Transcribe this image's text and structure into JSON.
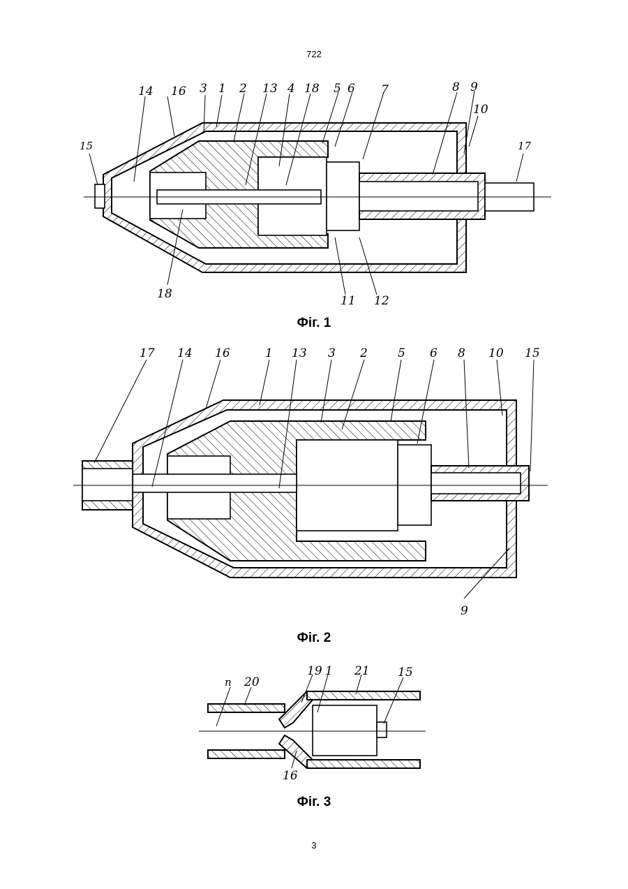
{
  "page": {
    "header_number": "722",
    "footer_number": "3"
  },
  "figures": [
    {
      "caption": "Фіг. 1",
      "labels": [
        "14",
        "16",
        "3",
        "1",
        "2",
        "13",
        "4",
        "18",
        "5",
        "6",
        "7",
        "8",
        "9",
        "10",
        "15",
        "17",
        "18",
        "11",
        "12"
      ]
    },
    {
      "caption": "Фіг. 2",
      "labels": [
        "17",
        "14",
        "16",
        "1",
        "13",
        "3",
        "2",
        "5",
        "6",
        "8",
        "10",
        "15",
        "9"
      ]
    },
    {
      "caption": "Фіг. 3",
      "labels": [
        "п",
        "20",
        "19",
        "1",
        "21",
        "15",
        "16"
      ]
    }
  ]
}
